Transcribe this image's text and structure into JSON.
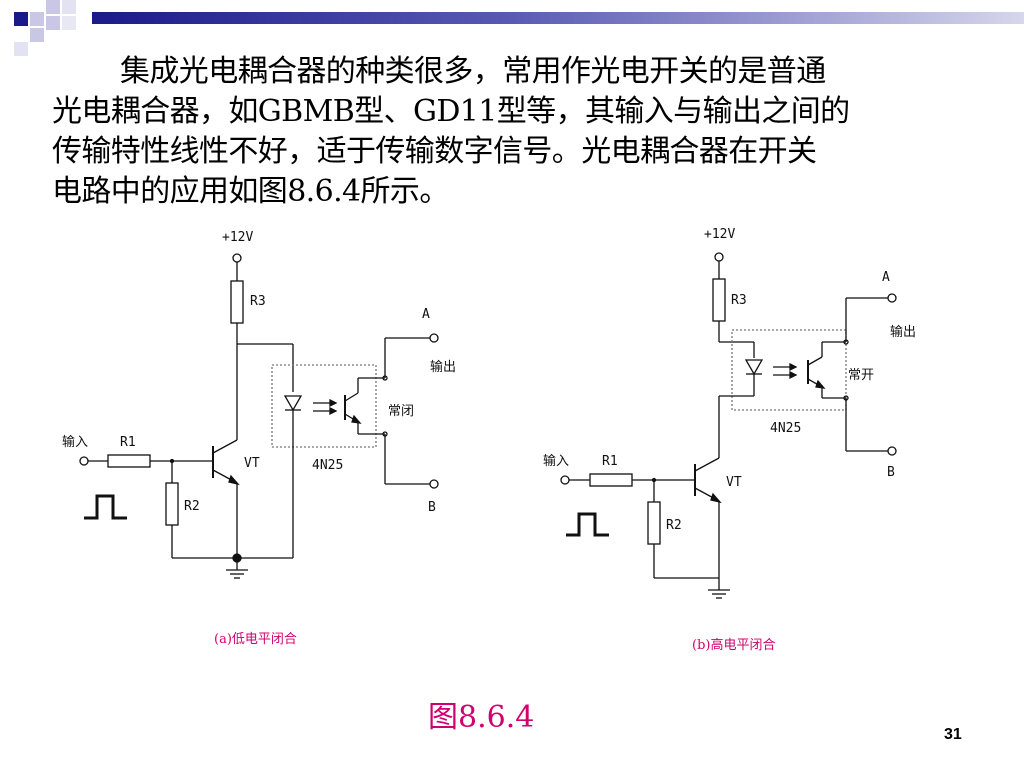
{
  "slide": {
    "paragraph_lines": [
      "集成光电耦合器的种类很多，常用作光电开关的是普通",
      "光电耦合器，如GBMB型、GD11型等，其输入与输出之间的",
      "传输特性线性不好，适于传输数字信号。光电耦合器在开关",
      "电路中的应用如图8.6.4所示。"
    ],
    "figure_label": "图8.6.4",
    "page_number": "31",
    "accent_color": "#d0006f",
    "header_bar_color": "#1a1a8a"
  },
  "circuit_a": {
    "supply": "+12V",
    "r3": "R3",
    "r1": "R1",
    "r2": "R2",
    "transistor": "VT",
    "input": "输入",
    "out_a": "A",
    "out_b": "B",
    "output": "输出",
    "switch_state": "常闭",
    "optocoupler": "4N25",
    "caption": "(a)低电平闭合"
  },
  "circuit_b": {
    "supply": "+12V",
    "r3": "R3",
    "r1": "R1",
    "r2": "R2",
    "transistor": "VT",
    "input": "输入",
    "out_a": "A",
    "out_b": "B",
    "output": "输出",
    "switch_state": "常开",
    "optocoupler": "4N25",
    "caption": "(b)高电平闭合"
  }
}
